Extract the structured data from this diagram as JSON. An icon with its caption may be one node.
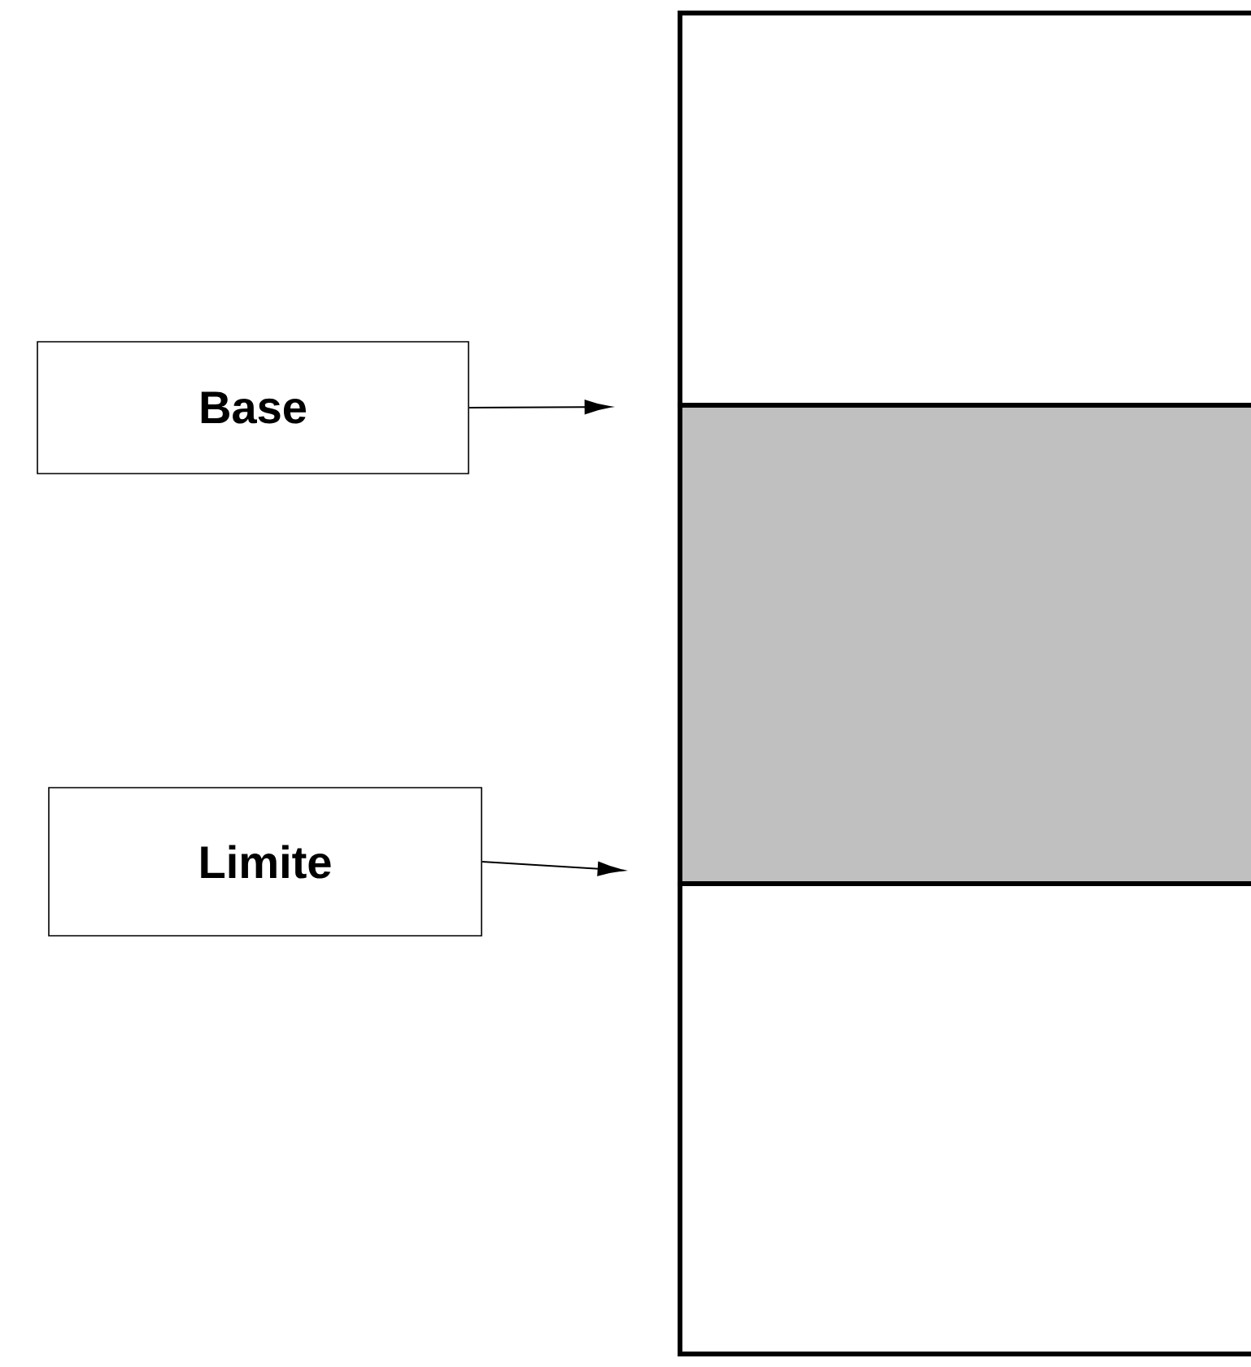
{
  "diagram": {
    "nodes": [
      {
        "text": [
          "Base"
        ]
      },
      {
        "text": [
          "Limite"
        ]
      },
      {
        "text": [],
        "shape": "box"
      },
      {
        "text": [],
        "shape": "box"
      },
      {
        "text": [],
        "shape": "box"
      }
    ],
    "edges": [
      {
        "from": 0,
        "to": null,
        "arrow": "to"
      },
      {
        "from": 1,
        "to": null,
        "arrow": "to"
      }
    ]
  }
}
